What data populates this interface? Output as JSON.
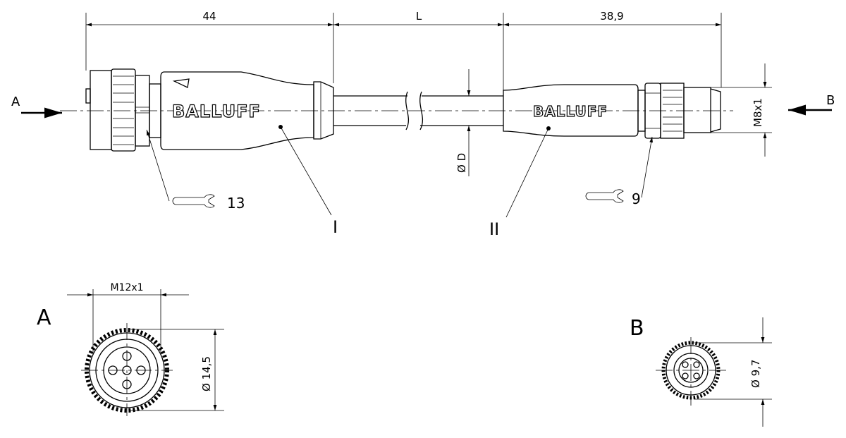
{
  "dimensions": {
    "left_length": "44",
    "cable_length": "L",
    "right_length": "38,9",
    "right_thread": "M8x1",
    "cable_diameter": "Ø D",
    "left_thread": "M12x1",
    "left_diameter": "Ø 14,5",
    "right_diameter": "Ø 9,7"
  },
  "labels": {
    "view_a_arrow": "A",
    "view_b_arrow": "B",
    "part_1": "I",
    "part_2": "II",
    "wrench_left": "13",
    "wrench_right": "9",
    "view_a": "A",
    "view_b": "B"
  },
  "brand": {
    "left_logo": "BALLUFF",
    "right_logo": "BALLUFF"
  }
}
